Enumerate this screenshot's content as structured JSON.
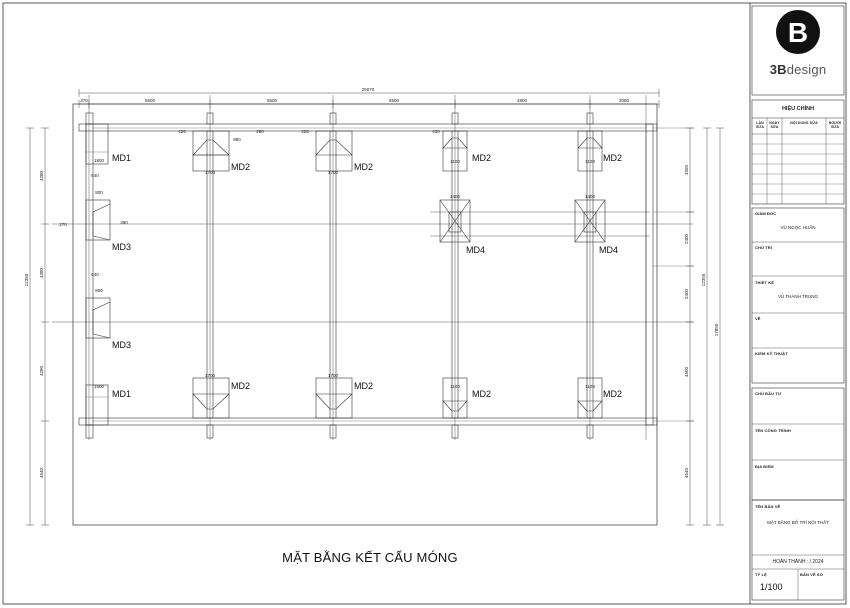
{
  "title_block": {
    "brand_mark": "B",
    "brand_bold": "3B",
    "brand_rest": "design",
    "revision_header": "HIỆU CHỈNH",
    "revision_columns": [
      "LẦN SỬA",
      "NGÀY SỬA",
      "NỘI DUNG SỬA",
      "NGƯỜI SỬA"
    ],
    "director_label": "GIÁM ĐỐC",
    "director_name": "VŨ NGỌC HUẤN",
    "lead_label": "CHỦ TRÌ",
    "designer_label": "THIẾT KẾ",
    "designer_name": "VŨ THÀNH TRUNG",
    "drafter_label": "VẼ",
    "checker_label": "KIỂM KỸ THUẬT",
    "investor_label": "CHỦ ĐẦU TƯ",
    "project_label": "TÊN CÔNG TRÌNH",
    "location_label": "ĐỊA ĐIỂM",
    "drawing_name_label": "TÊN BẢN VẼ",
    "drawing_name": "MẶT BẰNG BỐ TRÍ NỘI THẤT",
    "completed": "HOÀN THÀNH : / 2024",
    "scale_label": "TỶ LỆ",
    "sheet_no_label": "BẢN VẼ SỐ",
    "scale_value": "1/100"
  },
  "drawing": {
    "title": "MẶT BẰNG KẾT CẤU MÓNG",
    "overall_width": "25070",
    "top_spans": [
      "370",
      "5500",
      "5500",
      "5500",
      "4800",
      "3080"
    ],
    "left_overall": "12350",
    "left_segments": [
      "4280",
      "4380",
      "4280",
      "4540"
    ],
    "right_overall_a": "12350",
    "right_overall_b": "17850",
    "right_segments": [
      "3350",
      "2400",
      "2400",
      "4500",
      "4540"
    ],
    "footing_labels": [
      "MD1",
      "MD2",
      "MD2",
      "MD2",
      "MD2",
      "MD3",
      "MD4",
      "MD4",
      "MD3",
      "MD1",
      "MD2",
      "MD2",
      "MD2",
      "MD2"
    ],
    "small_dims": [
      "1800",
      "1700",
      "1100",
      "1400",
      "800",
      "640",
      "390",
      "270",
      "425",
      "880",
      "280",
      "430"
    ]
  }
}
